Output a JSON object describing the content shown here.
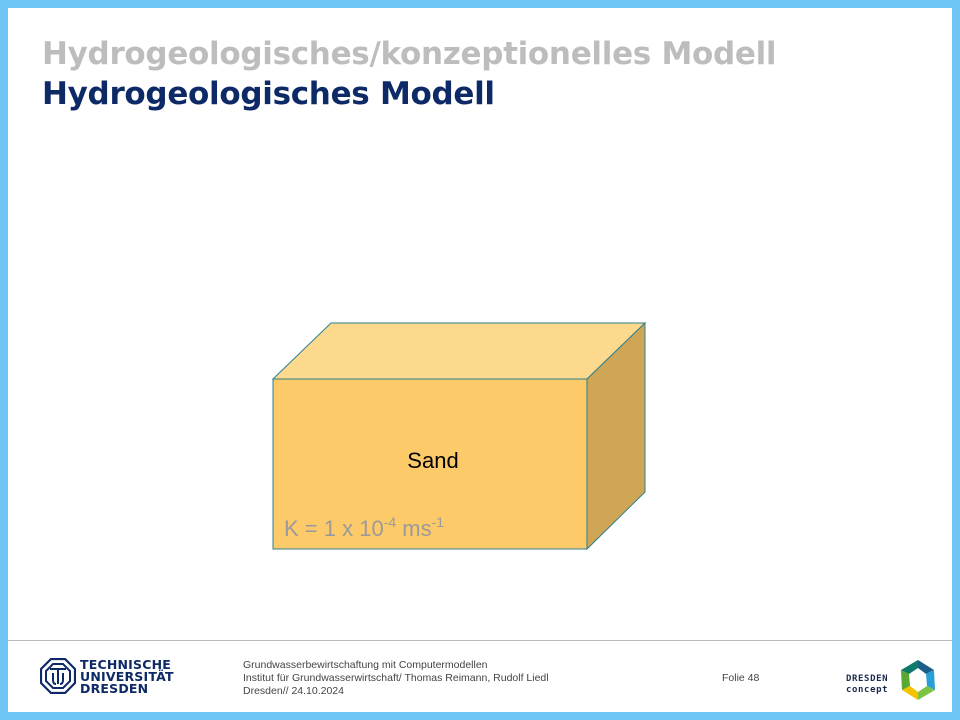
{
  "slide": {
    "title_line1": "Hydrogeologisches/konzeptionelles Modell",
    "title_line2": "Hydrogeologisches Modell"
  },
  "block": {
    "label": "Sand",
    "k_prefix": "K = 1 x 10",
    "k_exp": "-4",
    "k_unit": " ms",
    "k_unit_exp": "-1",
    "colors": {
      "front": "#fdca69",
      "top": "#fdd98e",
      "side": "#cfa655",
      "edge": "#2f7f90"
    }
  },
  "footer": {
    "tud_logo_lines": [
      "TECHNISCHE",
      "UNIVERSITÄT",
      "DRESDEN"
    ],
    "course": "Grundwasserbewirtschaftung mit Computermodellen",
    "institute": "Institut für Grundwasserwirtschaft/ Thomas Reimann, Rudolf Liedl",
    "place_date": "Dresden// 24.10.2024",
    "page_label": "Folie 48",
    "dresden_concept_lines": [
      "DRESDEN",
      "concept"
    ]
  },
  "colors": {
    "frame": "#6ec6f5",
    "title_gray": "#bdbdbd",
    "title_navy": "#0e2a66"
  }
}
